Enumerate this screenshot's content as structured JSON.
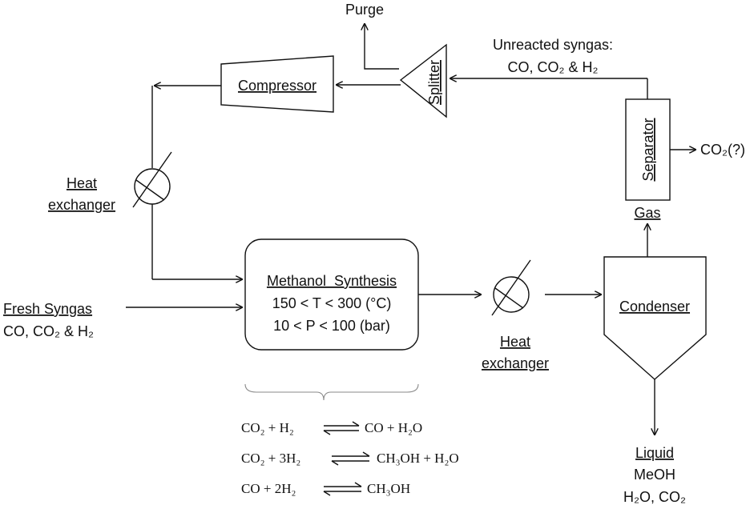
{
  "labels": {
    "purge": "Purge",
    "unreacted_line1": "Unreacted syngas:",
    "unreacted_line2": "CO, CO₂ & H₂",
    "compressor": "Compressor",
    "splitter": "Splitter",
    "separator": "Separator",
    "co2_out": "CO₂(?)",
    "gas": "Gas",
    "heat_exchanger_top_1": "Heat",
    "heat_exchanger_top_2": "exchanger",
    "methanol_title": "Methanol  Synthesis",
    "methanol_cond1": "150 < T < 300 (°C)",
    "methanol_cond2": "10 < P < 100 (bar)",
    "fresh_title": "Fresh Syngas",
    "fresh_comp": "CO, CO₂ & H₂",
    "heat_exchanger_bottom_1": "Heat",
    "heat_exchanger_bottom_2": "exchanger",
    "condenser": "Condenser",
    "liquid_title": "Liquid",
    "liquid_line1": "MeOH",
    "liquid_line2": "H₂O, CO₂"
  },
  "reactions": [
    {
      "lhs": "CO₂ + H₂",
      "rhs": "CO + H₂O"
    },
    {
      "lhs": "CO₂ + 3H₂",
      "rhs": "CH₃OH + H₂O"
    },
    {
      "lhs": "CO + 2H₂",
      "rhs": "CH₃OH"
    }
  ]
}
